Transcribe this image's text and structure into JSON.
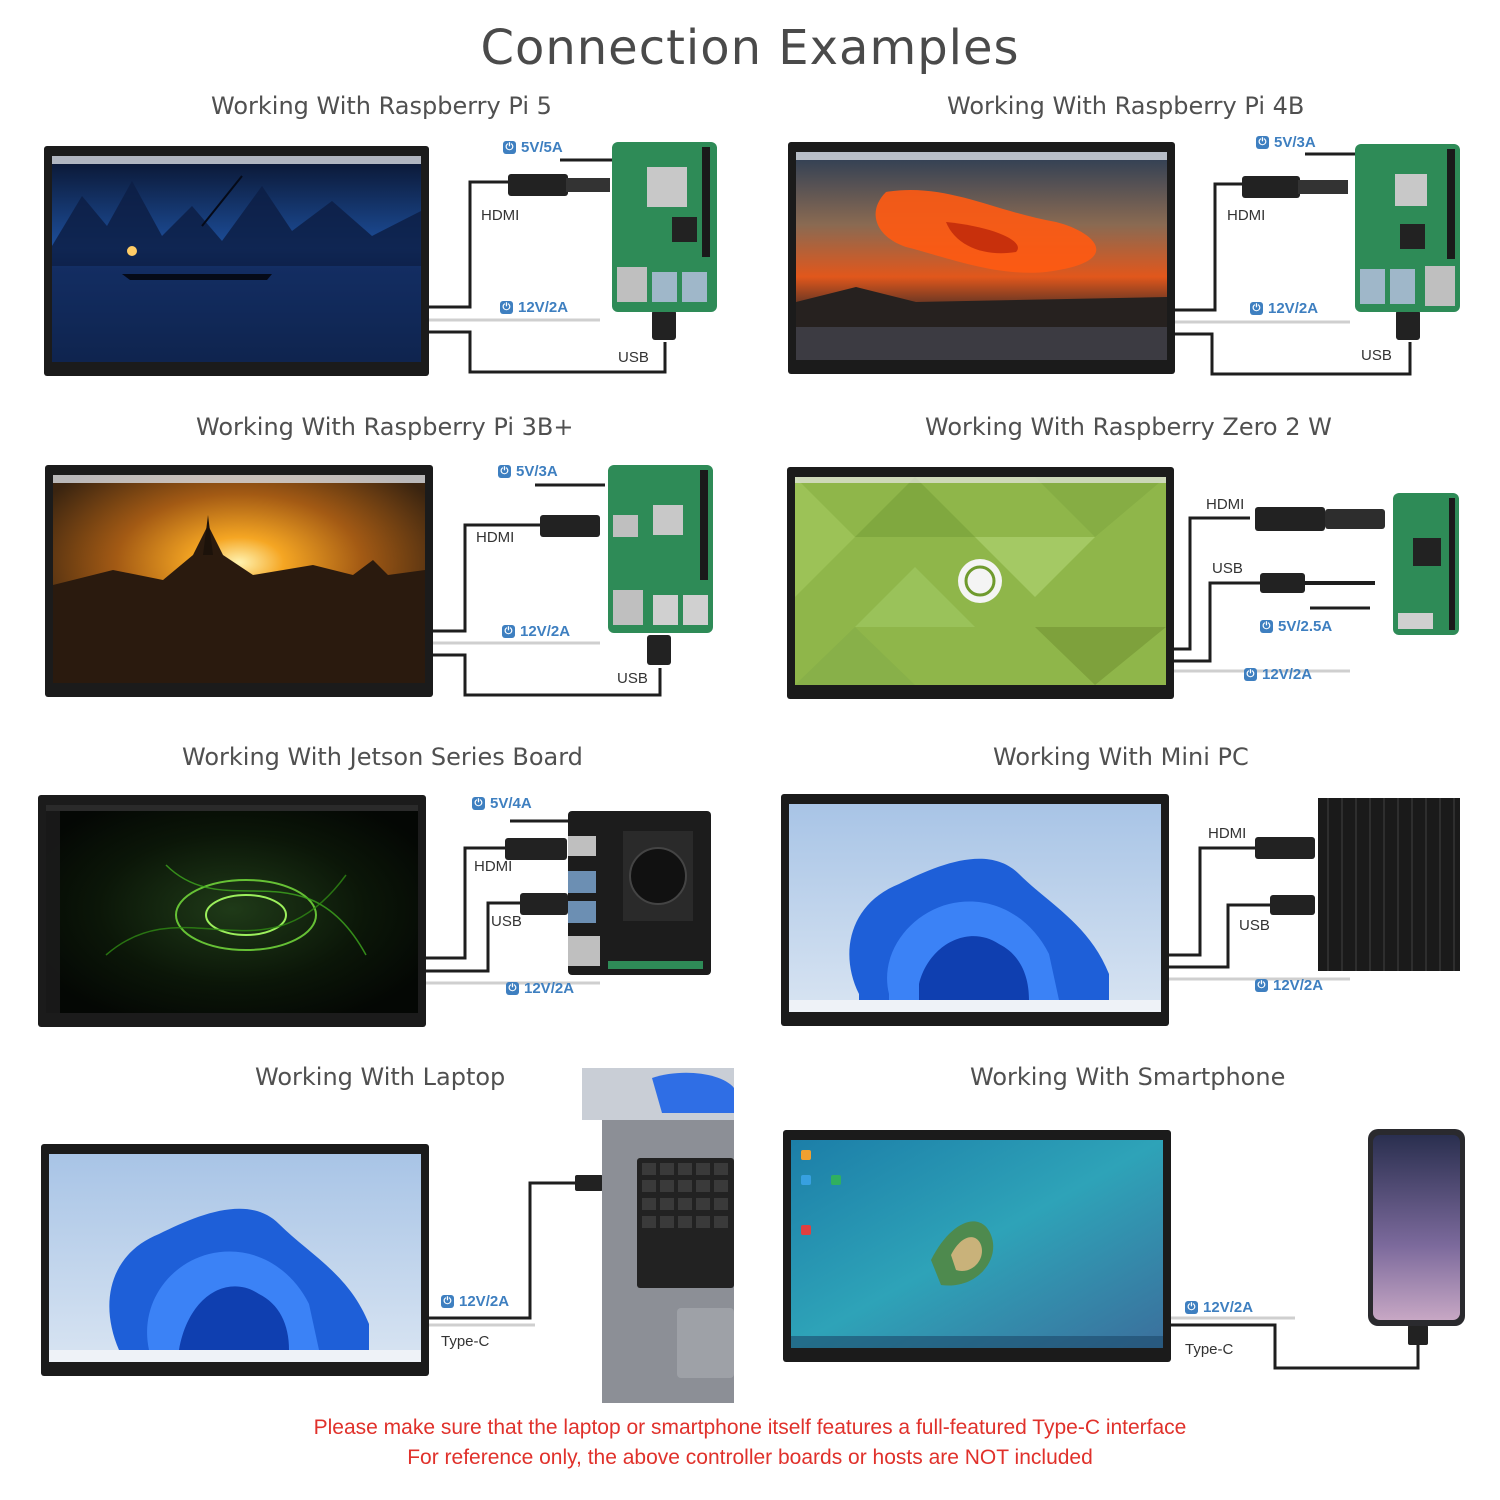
{
  "title": "Connection Examples",
  "colors": {
    "accent_power": "#3e7fc0",
    "note": "#e0312b",
    "board_green": "#2e8b57"
  },
  "panels": [
    {
      "title": "Working With Raspberry Pi 5",
      "labels": {
        "hdmi": "HDMI",
        "usb": "USB",
        "power_in": "5V/5A",
        "power_monitor": "12V/2A"
      },
      "wallpaper": "lake-night"
    },
    {
      "title": "Working With Raspberry Pi 4B",
      "labels": {
        "hdmi": "HDMI",
        "usb": "USB",
        "power_in": "5V/3A",
        "power_monitor": "12V/2A"
      },
      "wallpaper": "sunset-clouds"
    },
    {
      "title": "Working With Raspberry Pi 3B+",
      "labels": {
        "hdmi": "HDMI",
        "usb": "USB",
        "power_in": "5V/3A",
        "power_monitor": "12V/2A"
      },
      "wallpaper": "temple-sunrise"
    },
    {
      "title": "Working With Raspberry Zero 2 W",
      "labels": {
        "hdmi": "HDMI",
        "usb": "USB",
        "power_in": "5V/2.5A",
        "power_monitor": "12V/2A"
      },
      "wallpaper": "green-triangles"
    },
    {
      "title": "Working With Jetson Series Board",
      "labels": {
        "hdmi": "HDMI",
        "usb": "USB",
        "power_in": "5V/4A",
        "power_monitor": "12V/2A"
      },
      "wallpaper": "green-swirl"
    },
    {
      "title": "Working With Mini PC",
      "labels": {
        "hdmi": "HDMI",
        "usb": "USB",
        "power_monitor": "12V/2A"
      },
      "wallpaper": "windows-bloom"
    },
    {
      "title": "Working With Laptop",
      "labels": {
        "typec": "Type-C",
        "power_monitor": "12V/2A"
      },
      "wallpaper": "windows-bloom"
    },
    {
      "title": "Working With Smartphone",
      "labels": {
        "typec": "Type-C",
        "power_monitor": "12V/2A"
      },
      "wallpaper": "ocean-island"
    }
  ],
  "notes": [
    "Please make sure that the laptop or smartphone itself features a full-featured Type-C interface",
    "For reference only, the above controller boards or hosts are NOT included"
  ],
  "icons": {
    "power": "power-icon"
  }
}
